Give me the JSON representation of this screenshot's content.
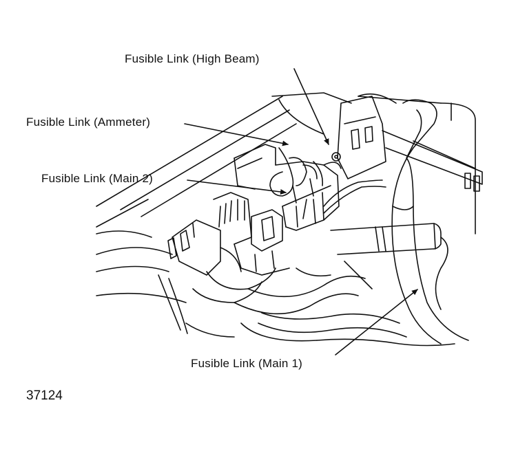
{
  "callouts": {
    "high_beam": "Fusible Link (High Beam)",
    "ammeter": "Fusible Link (Ammeter)",
    "main_2": "Fusible Link (Main 2)",
    "main_1": "Fusible Link (Main 1)"
  },
  "figure_number": "37124",
  "colors": {
    "ink": "#111111",
    "background": "#ffffff"
  }
}
